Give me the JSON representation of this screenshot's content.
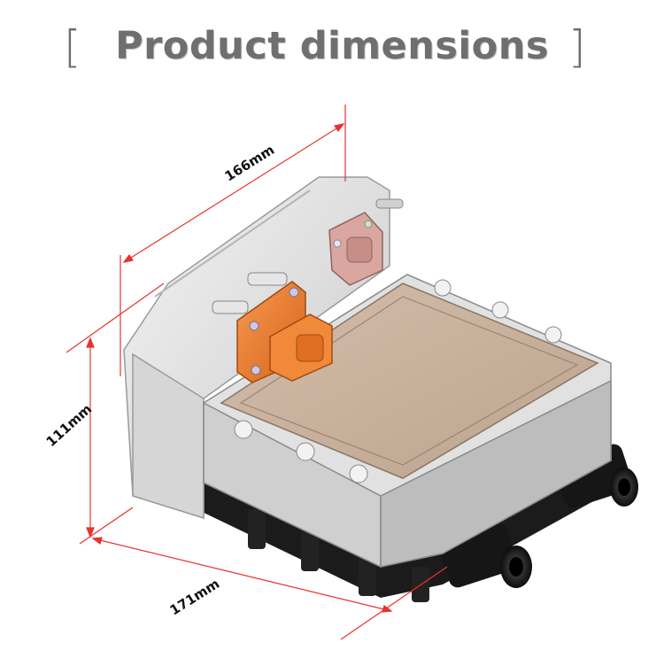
{
  "header": {
    "left_bracket": "[",
    "title": "Product dimensions",
    "right_bracket": "]"
  },
  "dimensions": {
    "length_label": "166mm",
    "height_label": "111mm",
    "width_label": "171mm"
  },
  "colors": {
    "dimension_line": "#e8322e",
    "connector_orange": "#f07a2a",
    "connector_pink": "#d9a6a0",
    "lid_tan": "#c9b19c",
    "housing_gray": "#e4e4e4",
    "base_black": "#1b1b1b"
  }
}
